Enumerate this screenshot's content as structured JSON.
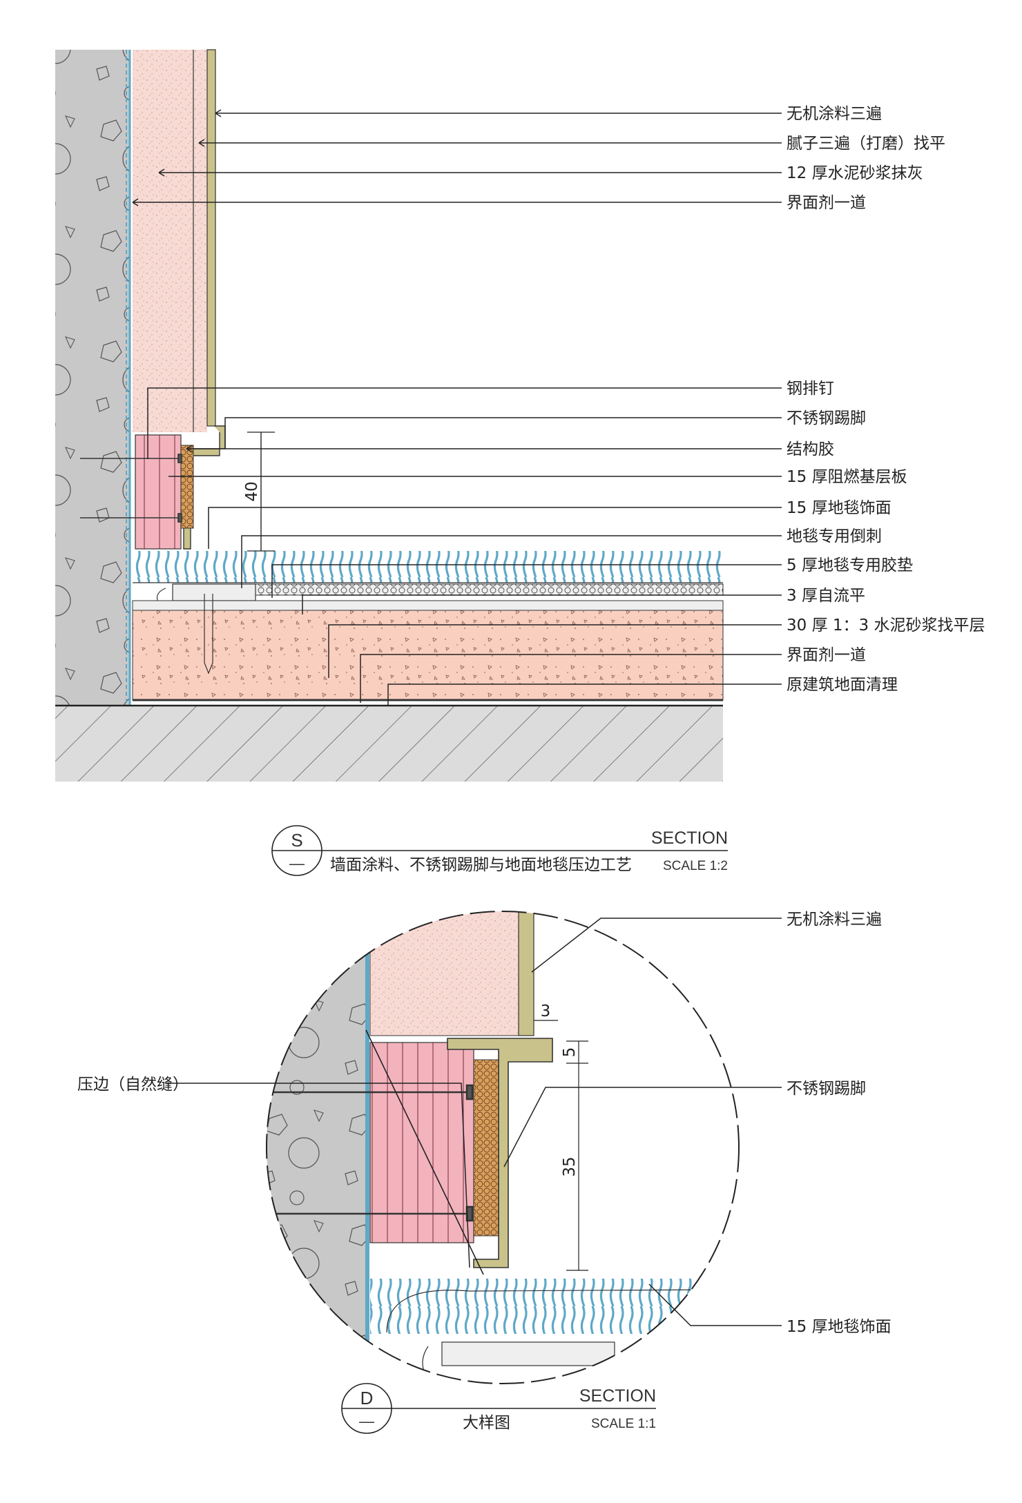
{
  "section_s": {
    "labels": [
      "无机涂料三遍",
      "腻子三遍（打磨）找平",
      "12 厚水泥砂浆抹灰",
      "界面剂一道",
      "钢排钉",
      "不锈钢踢脚",
      "结构胶",
      "15 厚阻燃基层板",
      "15 厚地毯饰面",
      "地毯专用倒刺",
      "5 厚地毯专用胶垫",
      "3 厚自流平",
      "30 厚 1：3 水泥砂浆找平层",
      "界面剂一道",
      "原建筑地面清理"
    ],
    "dimension": "40",
    "title": {
      "letter": "S",
      "dash": "—",
      "heading": "SECTION",
      "name": "墙面涂料、不锈钢踢脚与地面地毯压边工艺",
      "scale": "SCALE 1:2"
    }
  },
  "detail_d": {
    "labels": {
      "top_right": "无机涂料三遍",
      "left": "压边（自然缝）",
      "mid_right": "不锈钢踢脚",
      "bottom_right": "15 厚地毯饰面"
    },
    "dimensions": [
      "3",
      "5",
      "35"
    ],
    "title": {
      "letter": "D",
      "dash": "—",
      "heading": "SECTION",
      "name": "大样图",
      "scale": "SCALE 1:1"
    }
  },
  "colors": {
    "concrete": "#c8c8c8",
    "plaster": "#f7dad3",
    "board": "#f2b3bd",
    "glue": "#d9a05c",
    "carpet": "#5fa8c8",
    "screed": "#f9cfc0",
    "ground": "#dcdcdc",
    "steel": "#c9c28a"
  }
}
